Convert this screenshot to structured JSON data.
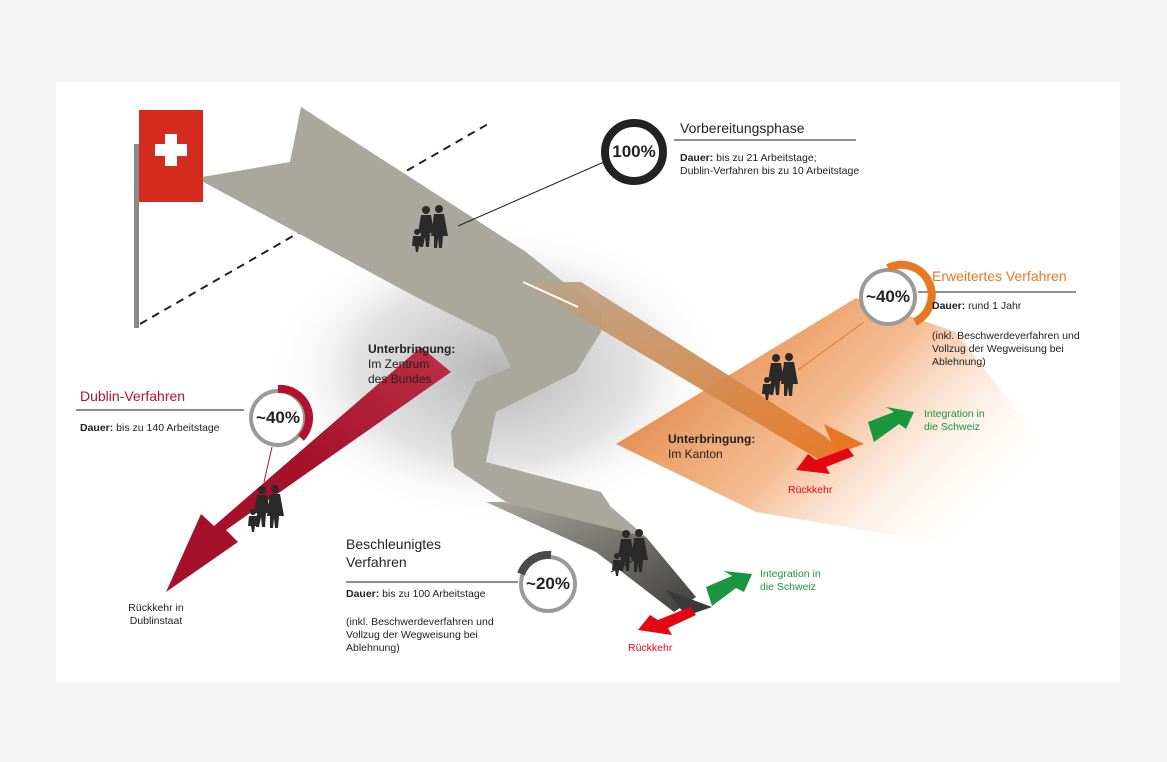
{
  "stages": {
    "preparation": {
      "percent": "100%",
      "title": "Vorbereitungsphase",
      "duration_label": "Dauer:",
      "duration_line1": " bis zu 21 Arbeitstage;",
      "duration_line2": "Dublin-Verfahren bis zu 10 Arbeitstage"
    },
    "dublin": {
      "percent": "~40%",
      "title": "Dublin-Verfahren",
      "duration_label": "Dauer:",
      "duration": " bis zu 140 Arbeitstage",
      "outcome_line1": "Rückkehr in",
      "outcome_line2": "Dublinstaat"
    },
    "extended": {
      "percent": "~40%",
      "title": "Erweitertes Verfahren",
      "duration_label": "Dauer:",
      "duration": " rund 1 Jahr",
      "note_line1": "(inkl. Beschwerdeverfahren und",
      "note_line2": "Vollzug der Wegweisung bei",
      "note_line3": "Ablehnung)"
    },
    "accelerated": {
      "percent": "~20%",
      "title_line1": "Beschleunigtes",
      "title_line2": "Verfahren",
      "duration_label": "Dauer:",
      "duration": " bis zu 100 Arbeitstage",
      "note_line1": "(inkl. Beschwerdeverfahren und",
      "note_line2": "Vollzug der Wegweisung bei",
      "note_line3": "Ablehnung)"
    }
  },
  "housing": {
    "federal_label": "Unterbringung:",
    "federal_line1": "Im Zentrum",
    "federal_line2": "des Bundes",
    "canton_label": "Unterbringung:",
    "canton_line1": "Im Kanton"
  },
  "outcomes": {
    "integration_line1": "Integration in",
    "integration_line2": "die Schweiz",
    "return": "Rückkehr"
  },
  "colors": {
    "swiss_red": "#d52b1e",
    "dublin_red": "#b3122e",
    "extended_orange": "#e87722",
    "integration_green": "#1a9641",
    "return_red": "#e30613",
    "path_gray": "#aaa89c"
  },
  "icons": {
    "flag": "swiss-flag-icon",
    "people": "family-silhouette-icon"
  }
}
